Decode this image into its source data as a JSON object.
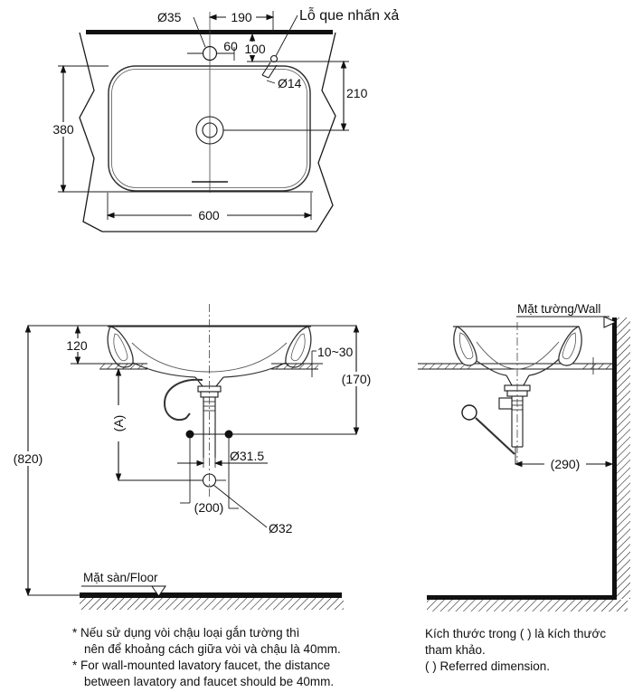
{
  "top_view": {
    "dia35": "Ø35",
    "dim190": "190",
    "push_rod_hole_label": "Lỗ que nhấn xả",
    "dim60": "60",
    "dim100": "100",
    "dia14": "Ø14",
    "dim210": "210",
    "dim380": "380",
    "dim600": "600"
  },
  "front_view": {
    "dim120": "120",
    "counter_thickness": "10~30",
    "dim170": "(170)",
    "dimA": "(A)",
    "dim820": "(820)",
    "dia31_5": "Ø31.5",
    "dim200": "(200)",
    "dia32": "Ø32",
    "floor_label": "Mặt sàn/Floor"
  },
  "side_view": {
    "wall_label": "Mặt tường/Wall",
    "dim290": "(290)"
  },
  "notes": {
    "left_line1": "* Nếu sử dụng vòi chậu loại gắn tường thì",
    "left_line2": "nên để khoảng cách giữa vòi và chậu là 40mm.",
    "left_line3": "* For wall-mounted lavatory faucet, the distance",
    "left_line4": "between lavatory and faucet should be 40mm.",
    "right_line1": "Kích thước trong ( ) là kích thước",
    "right_line2": "tham khảo.",
    "right_line3": "( ) Referred dimension."
  },
  "colors": {
    "line": "#1a1a1a",
    "background": "#ffffff"
  }
}
